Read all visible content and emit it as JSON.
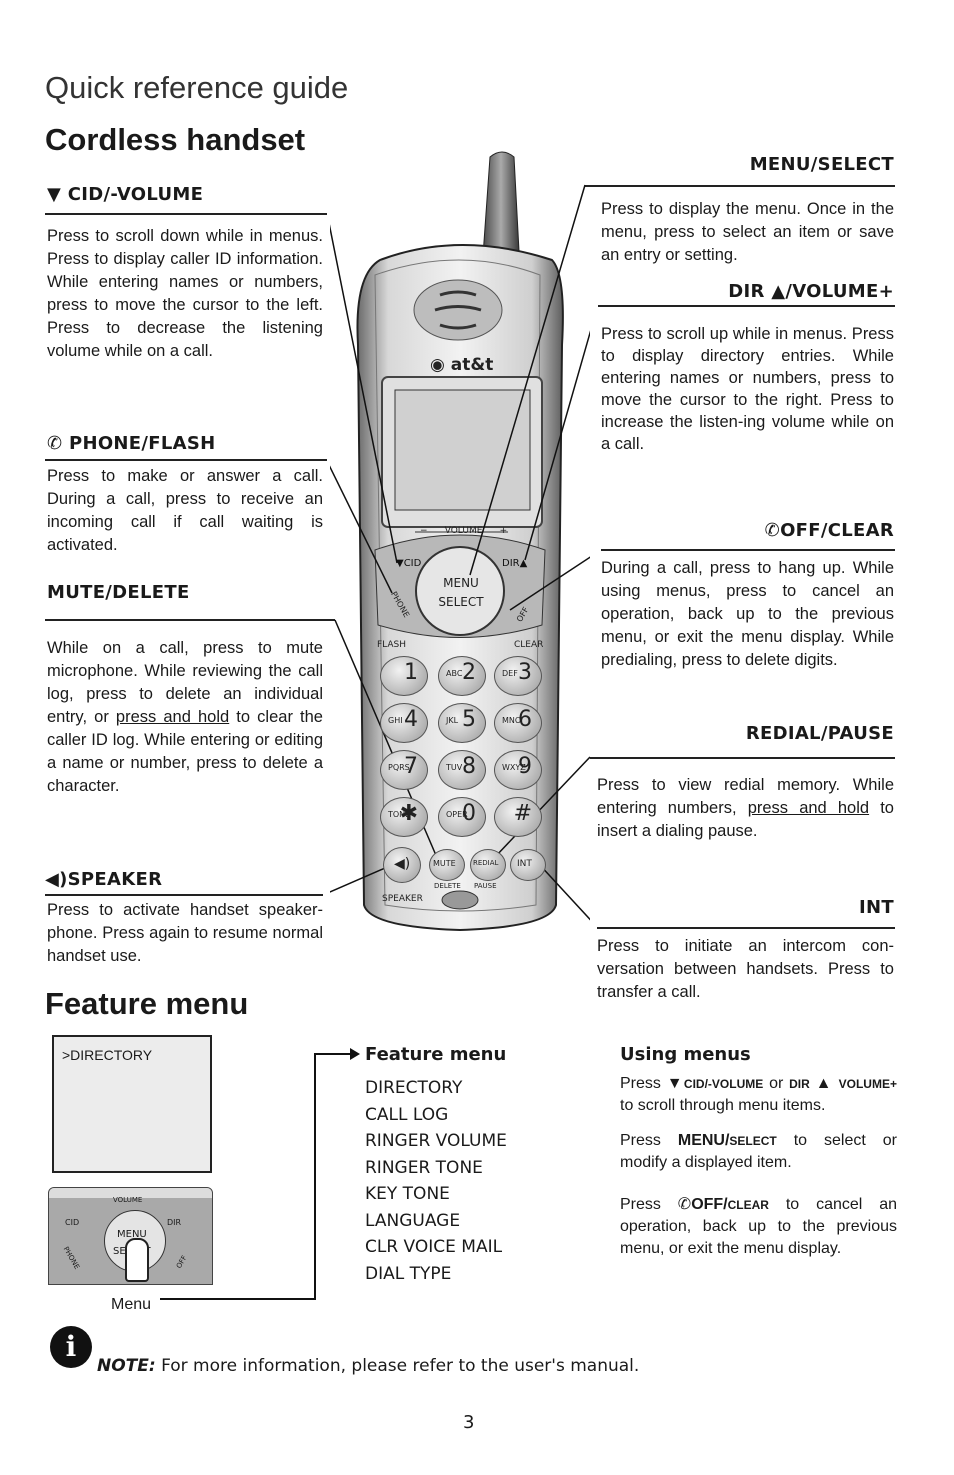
{
  "header": {
    "guide_title": "Quick reference guide",
    "section_title": "Cordless handset"
  },
  "left_callouts": {
    "cid_volume": {
      "label": "CID/-VOLUME",
      "text": "Press to scroll down while in menus. Press to display caller ID information. While entering names or numbers, press to move the cursor to the left. Press to decrease the listening volume while on a call."
    },
    "phone_flash": {
      "label": "PHONE/FLASH",
      "text": "Press to make or answer a call. During a call, press to receive an incoming call if call waiting is activated."
    },
    "mute_delete": {
      "label": "MUTE/DELETE",
      "text_before": "While on a call, press to mute microphone. While reviewing the call log, press to delete an individual entry, or ",
      "text_underline": "press and hold",
      "text_after": " to clear the caller ID log. While entering or editing a name or number, press to delete a character."
    },
    "speaker": {
      "label": "SPEAKER",
      "text": "Press to activate handset speaker-phone. Press again to resume normal handset use."
    }
  },
  "right_callouts": {
    "menu_select": {
      "label": "MENU/SELECT",
      "text": "Press to display the menu. Once in the menu, press to select an item or save an entry or setting."
    },
    "dir_volume": {
      "label_a": "DIR",
      "label_b": "/VOLUME+",
      "text": "Press to scroll up while in menus. Press to display directory entries. While entering names or numbers, press to move the cursor to the right. Press to increase the listen-ing volume while on a call."
    },
    "off_clear": {
      "label": "OFF/CLEAR",
      "text": "During a call, press to hang up. While using menus, press to cancel an operation, back up to the previous menu, or exit the menu display. While predialing, press to delete digits."
    },
    "redial_pause": {
      "label": "REDIAL/PAUSE",
      "text_before": "Press to view redial memory. While entering numbers, ",
      "text_underline": "press and hold",
      "text_after": " to insert a dialing pause."
    },
    "int": {
      "label": "INT",
      "text": "Press to initiate an intercom con-versation between handsets. Press to transfer a call."
    }
  },
  "handset": {
    "brand": "at&t",
    "volume_minus": "−",
    "volume_label": "VOLUME",
    "volume_plus": "+",
    "cid": "CID",
    "dir": "DIR",
    "menu": "MENU",
    "select": "SELECT",
    "phone": "PHONE",
    "off": "OFF",
    "flash": "FLASH",
    "clear": "CLEAR",
    "keys": [
      {
        "num": "1",
        "letters": ""
      },
      {
        "num": "2",
        "letters": "ABC"
      },
      {
        "num": "3",
        "letters": "DEF"
      },
      {
        "num": "4",
        "letters": "GHI"
      },
      {
        "num": "5",
        "letters": "JKL"
      },
      {
        "num": "6",
        "letters": "MNO"
      },
      {
        "num": "7",
        "letters": "PQRS"
      },
      {
        "num": "8",
        "letters": "TUV"
      },
      {
        "num": "9",
        "letters": "WXYZ"
      },
      {
        "num": "✱",
        "letters": "TONE"
      },
      {
        "num": "0",
        "letters": "OPER"
      },
      {
        "num": "#",
        "letters": ""
      }
    ],
    "mute": "MUTE",
    "redial": "REDIAL",
    "int": "INT",
    "delete": "DELETE",
    "pause": "PAUSE",
    "speaker": "SPEAKER"
  },
  "feature_section": {
    "title": "Feature menu",
    "screen_text": ">DIRECTORY",
    "mini_volume": "VOLUME",
    "mini_cid": "CID",
    "mini_dir": "DIR",
    "mini_menu": "MENU",
    "mini_select": "SELECT",
    "mini_phone": "PHONE",
    "mini_off": "OFF",
    "caption": "Menu",
    "list_title": "Feature menu",
    "items": [
      "DIRECTORY",
      "CALL LOG",
      "RINGER VOLUME",
      "RINGER TONE",
      "KEY TONE",
      "LANGUAGE",
      "CLR VOICE MAIL",
      "DIAL TYPE"
    ],
    "using_title": "Using menus",
    "using_p1_a": "Press",
    "using_p1_cid": "CID/-VOLUME",
    "using_p1_or": "or",
    "using_p1_dir": "DIR",
    "using_p1_vol": "VOLUME+",
    "using_p1_b": "to scroll through menu items.",
    "using_p2_a": "Press",
    "using_p2_menu": "MENU/",
    "using_p2_select": "SELECT",
    "using_p2_b": "to select or modify a displayed item.",
    "using_p3_a": "Press",
    "using_p3_off": "OFF/",
    "using_p3_clear": "CLEAR",
    "using_p3_b": "to cancel an operation, back up to the previous menu, or exit the menu display."
  },
  "note": {
    "label": "NOTE:",
    "text": " For more information, please refer to the user's manual."
  },
  "page_number": "3"
}
